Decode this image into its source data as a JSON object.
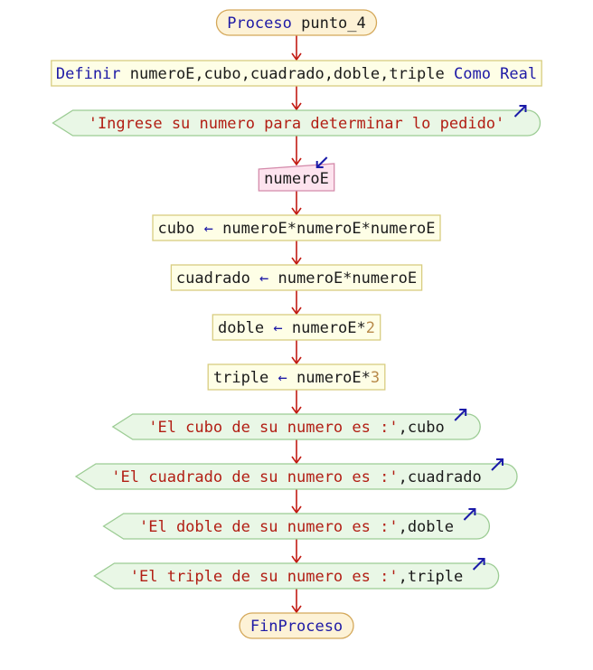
{
  "diagram": {
    "colors": {
      "keyword": "#1e1aa6",
      "string": "#b21e14",
      "number": "#b88a4a",
      "plain": "#1a1a1a",
      "arrow": "#c21a12",
      "arrow_icon": "#1a1aa8",
      "terminal_fill": "#fdf2d6",
      "terminal_stroke": "#d4a85a",
      "process_fill": "#fefee6",
      "process_stroke": "#d8cc80",
      "io_fill": "#e9f7e6",
      "io_stroke": "#9ccc94",
      "input_fill": "#fde3ee",
      "input_stroke": "#d48aaa"
    },
    "nodes": [
      {
        "id": "start",
        "type": "terminal",
        "segments": [
          {
            "text": "Proceso ",
            "style": "keyword"
          },
          {
            "text": "punto_4",
            "style": "plain"
          }
        ]
      },
      {
        "id": "definir",
        "type": "process",
        "segments": [
          {
            "text": "Definir ",
            "style": "keyword"
          },
          {
            "text": "numeroE,cubo,cuadrado,doble,triple ",
            "style": "plain"
          },
          {
            "text": "Como Real",
            "style": "keyword"
          }
        ]
      },
      {
        "id": "prompt",
        "type": "output",
        "segments": [
          {
            "text": "'Ingrese su numero para determinar lo pedido'",
            "style": "string"
          }
        ]
      },
      {
        "id": "leer",
        "type": "input",
        "segments": [
          {
            "text": "numeroE",
            "style": "plain"
          }
        ]
      },
      {
        "id": "cubo",
        "type": "process",
        "segments": [
          {
            "text": "cubo ",
            "style": "plain"
          },
          {
            "text": "←",
            "style": "keyword"
          },
          {
            "text": " numeroE*numeroE*numeroE",
            "style": "plain"
          }
        ]
      },
      {
        "id": "cuadrado",
        "type": "process",
        "segments": [
          {
            "text": "cuadrado ",
            "style": "plain"
          },
          {
            "text": "←",
            "style": "keyword"
          },
          {
            "text": " numeroE*numeroE",
            "style": "plain"
          }
        ]
      },
      {
        "id": "doble",
        "type": "process",
        "segments": [
          {
            "text": "doble ",
            "style": "plain"
          },
          {
            "text": "←",
            "style": "keyword"
          },
          {
            "text": " numeroE*",
            "style": "plain"
          },
          {
            "text": "2",
            "style": "number"
          }
        ]
      },
      {
        "id": "triple",
        "type": "process",
        "segments": [
          {
            "text": "triple ",
            "style": "plain"
          },
          {
            "text": "←",
            "style": "keyword"
          },
          {
            "text": " numeroE*",
            "style": "plain"
          },
          {
            "text": "3",
            "style": "number"
          }
        ]
      },
      {
        "id": "out-cubo",
        "type": "output",
        "segments": [
          {
            "text": "'El cubo de su numero es :'",
            "style": "string"
          },
          {
            "text": ",cubo",
            "style": "plain"
          }
        ]
      },
      {
        "id": "out-cuadrado",
        "type": "output",
        "segments": [
          {
            "text": "'El cuadrado de su numero es :'",
            "style": "string"
          },
          {
            "text": ",cuadrado",
            "style": "plain"
          }
        ]
      },
      {
        "id": "out-doble",
        "type": "output",
        "segments": [
          {
            "text": "'El doble de su numero es :'",
            "style": "string"
          },
          {
            "text": ",doble",
            "style": "plain"
          }
        ]
      },
      {
        "id": "out-triple",
        "type": "output",
        "segments": [
          {
            "text": "'El triple de su numero es :'",
            "style": "string"
          },
          {
            "text": ",triple",
            "style": "plain"
          }
        ]
      },
      {
        "id": "end",
        "type": "terminal",
        "segments": [
          {
            "text": "FinProceso",
            "style": "keyword"
          }
        ]
      }
    ],
    "edges": [
      [
        "start",
        "definir"
      ],
      [
        "definir",
        "prompt"
      ],
      [
        "prompt",
        "leer"
      ],
      [
        "leer",
        "cubo"
      ],
      [
        "cubo",
        "cuadrado"
      ],
      [
        "cuadrado",
        "doble"
      ],
      [
        "doble",
        "triple"
      ],
      [
        "triple",
        "out-cubo"
      ],
      [
        "out-cubo",
        "out-cuadrado"
      ],
      [
        "out-cuadrado",
        "out-doble"
      ],
      [
        "out-doble",
        "out-triple"
      ],
      [
        "out-triple",
        "end"
      ]
    ]
  }
}
